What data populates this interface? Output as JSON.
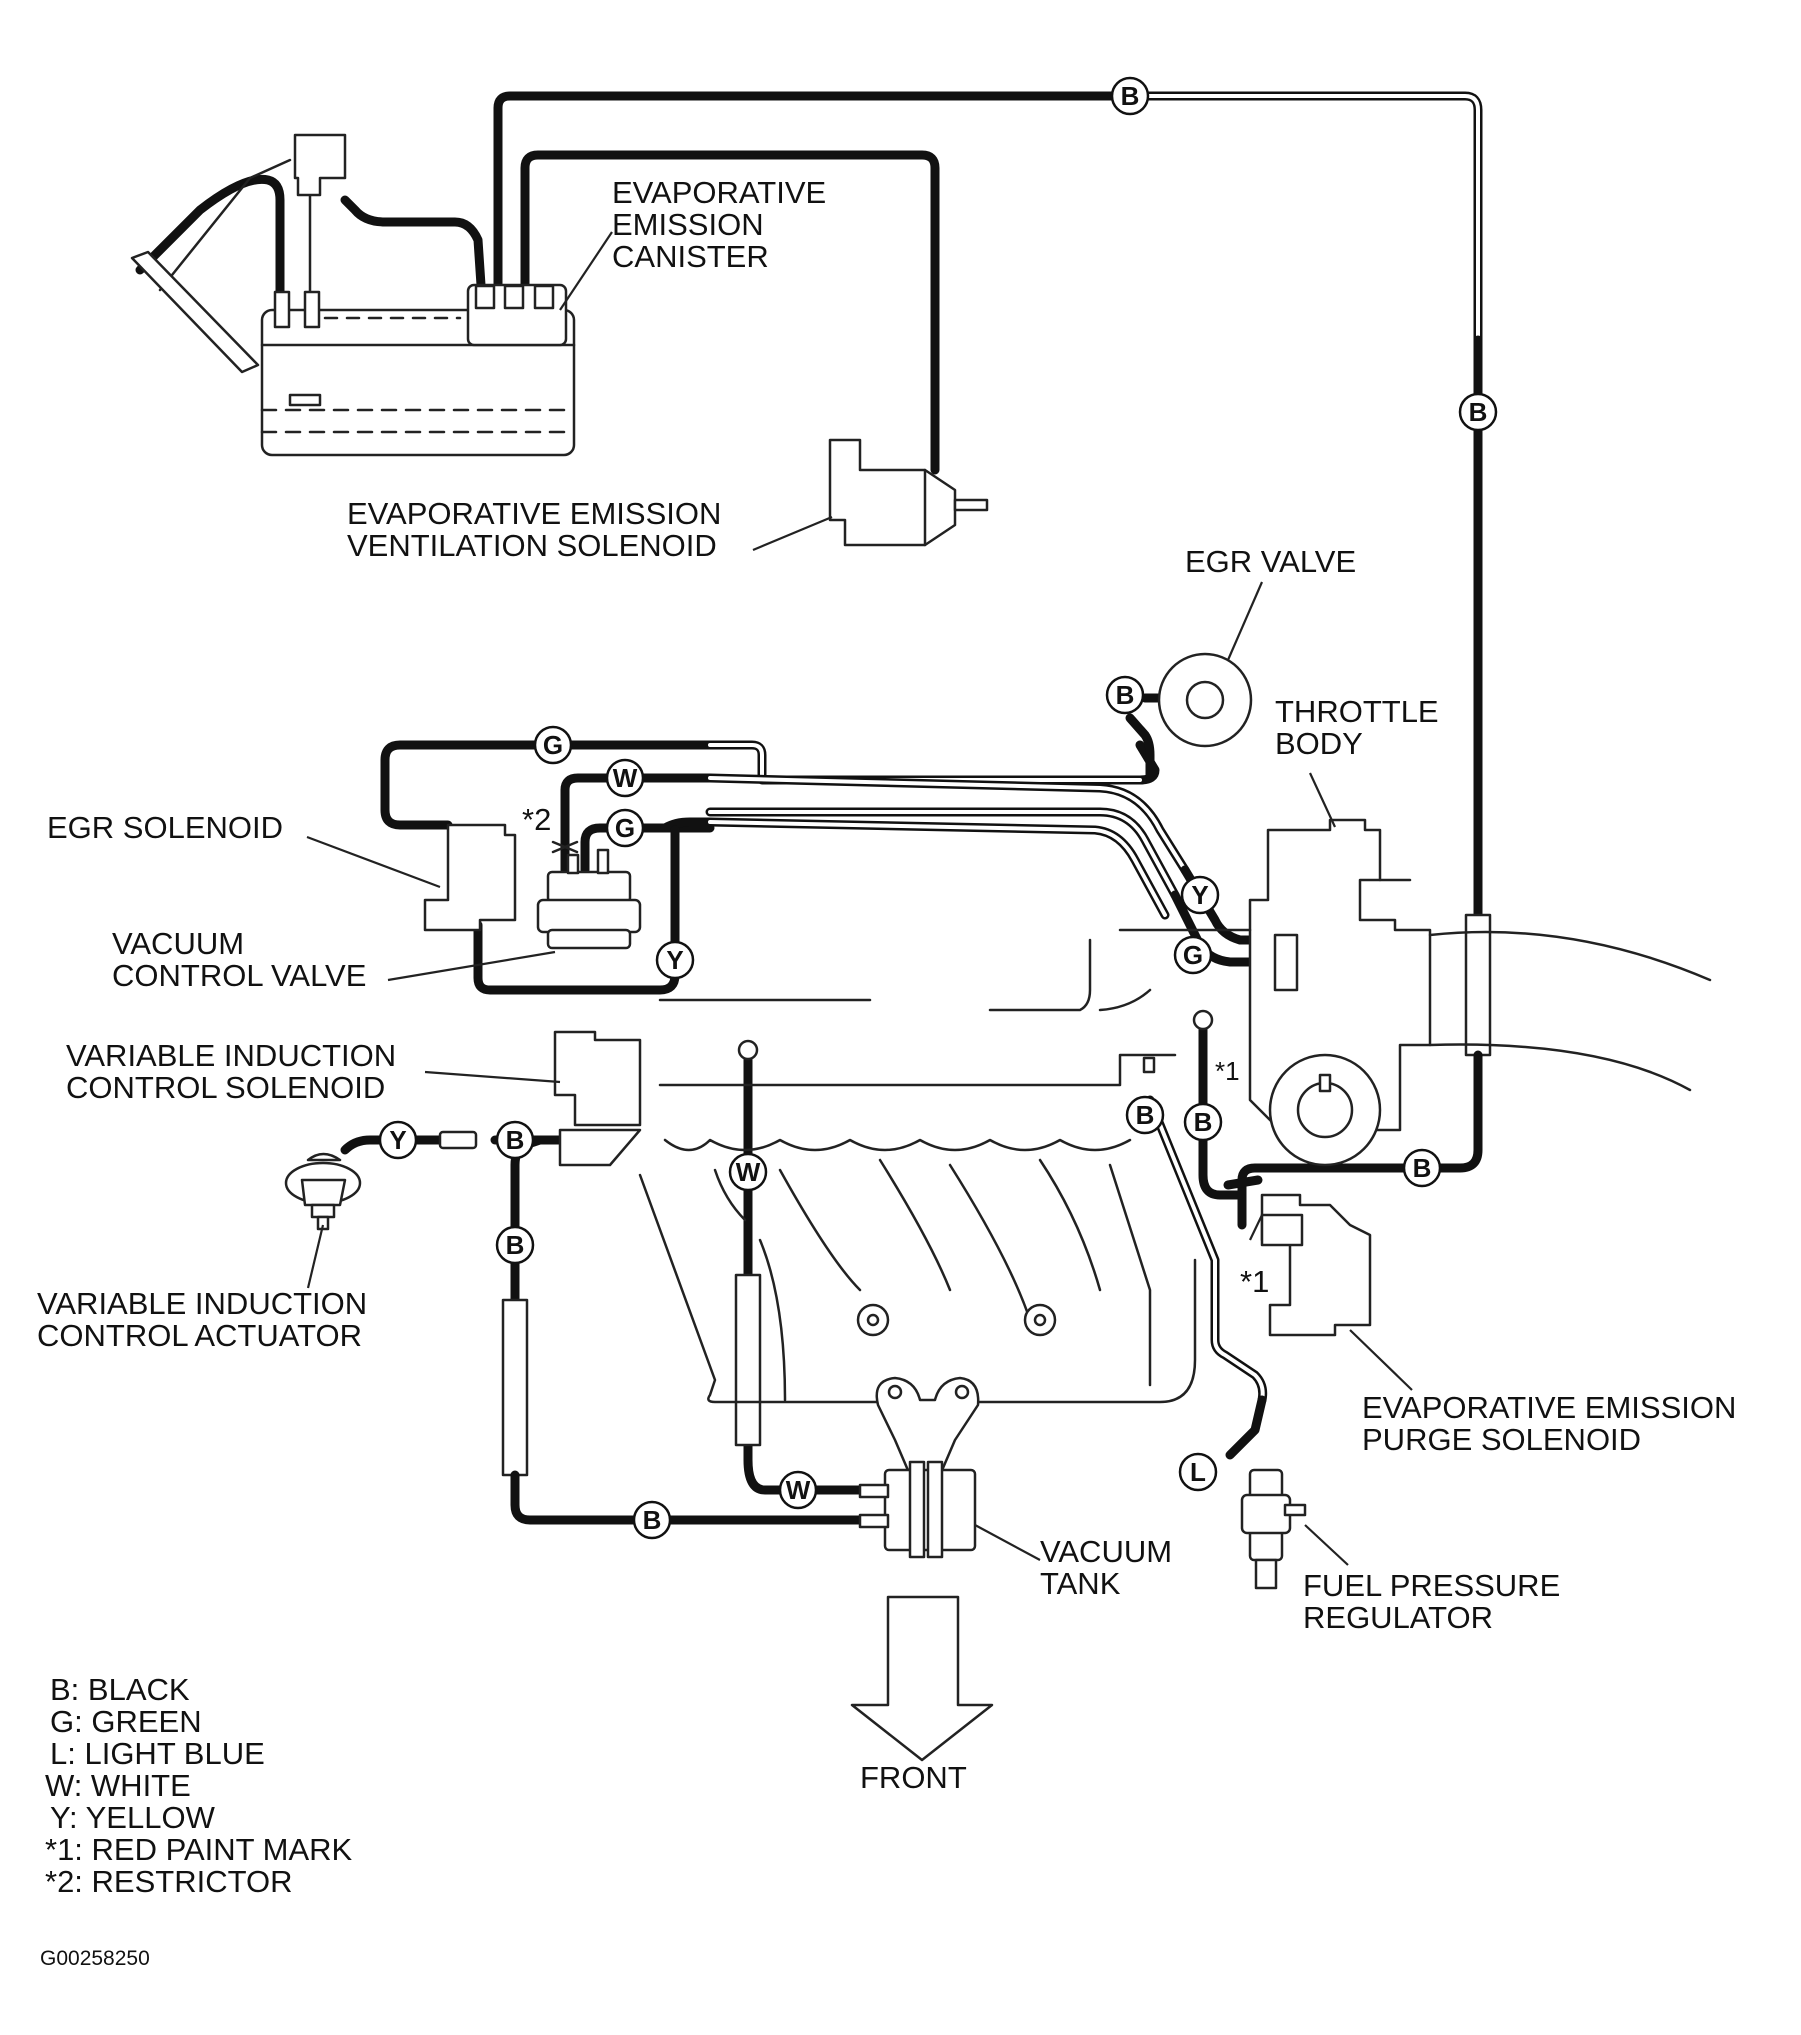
{
  "labels": {
    "canister": [
      "EVAPORATIVE",
      "EMISSION",
      "CANISTER"
    ],
    "vent_solenoid": [
      "EVAPORATIVE EMISSION",
      "VENTILATION SOLENOID"
    ],
    "egr_valve": "EGR VALVE",
    "throttle_body": [
      "THROTTLE",
      "BODY"
    ],
    "egr_solenoid": "EGR SOLENOID",
    "vacuum_control_valve": [
      "VACUUM",
      "CONTROL VALVE"
    ],
    "vic_solenoid": [
      "VARIABLE INDUCTION",
      "CONTROL SOLENOID"
    ],
    "vic_actuator": [
      "VARIABLE INDUCTION",
      "CONTROL ACTUATOR"
    ],
    "purge_solenoid": [
      "EVAPORATIVE EMISSION",
      "PURGE SOLENOID"
    ],
    "vacuum_tank": [
      "VACUUM",
      "TANK"
    ],
    "fuel_regulator": [
      "FUEL PRESSURE",
      "REGULATOR"
    ],
    "front": "FRONT",
    "note_1": "*1",
    "note_2": "*2"
  },
  "hose_codes": {
    "b": "B",
    "g": "G",
    "l": "L",
    "w": "W",
    "y": "Y"
  },
  "legend": [
    "B: BLACK",
    "G: GREEN",
    "L: LIGHT BLUE",
    "W: WHITE",
    "Y: YELLOW",
    "*1: RED PAINT MARK",
    "*2: RESTRICTOR"
  ],
  "figure_id": "G00258250"
}
